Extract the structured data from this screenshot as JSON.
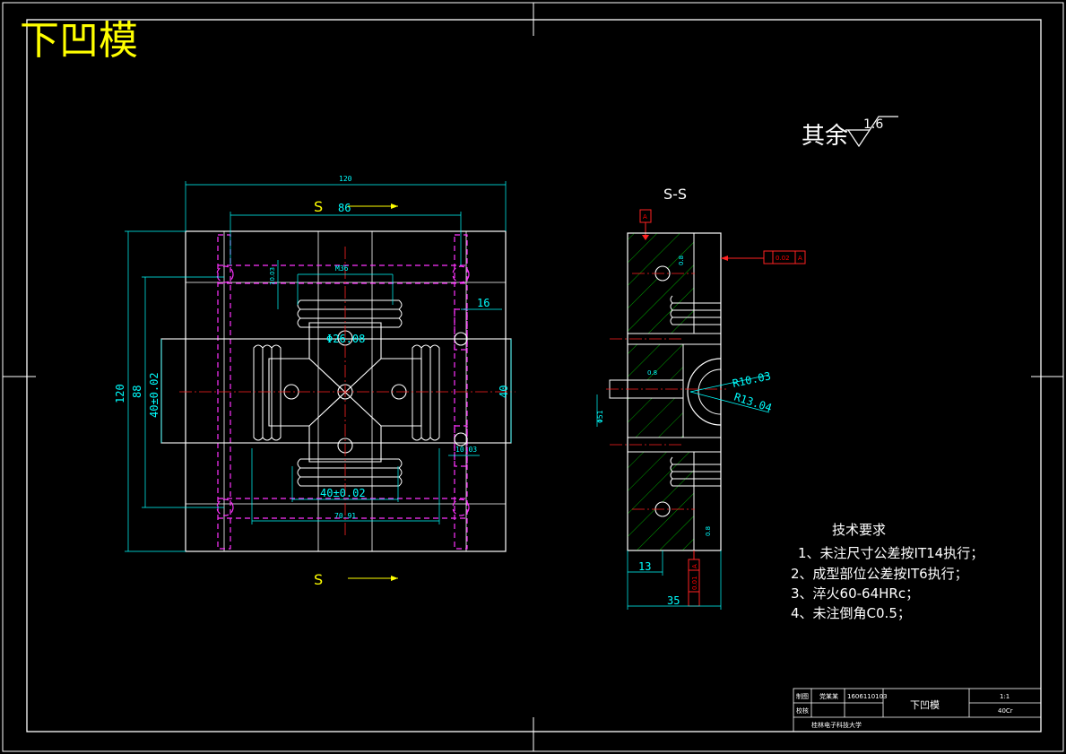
{
  "title": "下凹模",
  "roughness": {
    "label": "其余",
    "value": "1.6"
  },
  "section_marks": {
    "top": "S",
    "bottom": "S",
    "view_title": "S-S"
  },
  "datum": "A",
  "front_view_dims": {
    "width_overall": "120",
    "width_inner": "86",
    "thread": "M36",
    "d1": "10.03",
    "d2": "16",
    "hole": "Φ26.08",
    "height_overall": "120",
    "height_inner": "88",
    "tol_vert": "40±0.02",
    "right_40": "40",
    "d3": "10.03",
    "tol_horiz": "40±0.02",
    "bottom_span": "70.91"
  },
  "section_view_dims": {
    "r1": "R10.03",
    "r2": "R13.04",
    "phi_left": "Φ51",
    "rough_a": "0.8",
    "rough_b": "0.8",
    "rough_c": "0.8",
    "flatness": "0.02",
    "tol_frame": "0.01",
    "w13": "13",
    "w35": "35"
  },
  "requirements": {
    "heading": "技术要求",
    "items": [
      "1、未注尺寸公差按IT14执行；",
      "2、成型部位公差按IT6执行；",
      "3、淬火60-64HRc；",
      "4、未注倒角C0.5；"
    ]
  },
  "title_block": {
    "r1c1": "制图",
    "r1c2": "党某某",
    "r1c3": "1606110103",
    "r2c1": "校核",
    "part_name": "下凹模",
    "scale": "1:1",
    "material": "40Cr",
    "school": "桂林电子科技大学"
  }
}
